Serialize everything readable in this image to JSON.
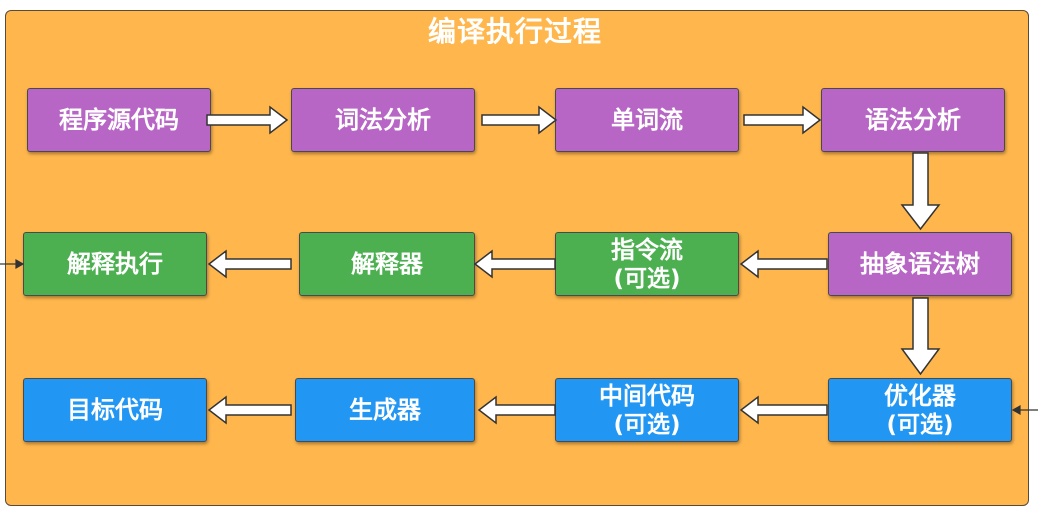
{
  "diagram": {
    "title": "编译执行过程",
    "colors": {
      "frame": "#ffb74d",
      "source_stage": "#b766c5",
      "interpret_stage": "#4caf50",
      "compile_stage": "#2196f3",
      "arrow_fill": "#ffffff",
      "arrow_stroke": "#333333"
    },
    "row1": {
      "source_code": "程序源代码",
      "lexical_analysis": "词法分析",
      "token_stream": "单词流",
      "syntax_analysis": "语法分析"
    },
    "row2": {
      "interpret_execute": "解释执行",
      "interpreter": "解释器",
      "instruction_stream": "指令流",
      "instruction_stream_note": "(可选)",
      "ast": "抽象语法树"
    },
    "row3": {
      "target_code": "目标代码",
      "generator": "生成器",
      "intermediate_code": "中间代码",
      "intermediate_code_note": "(可选)",
      "optimizer": "优化器",
      "optimizer_note": "(可选)"
    }
  }
}
